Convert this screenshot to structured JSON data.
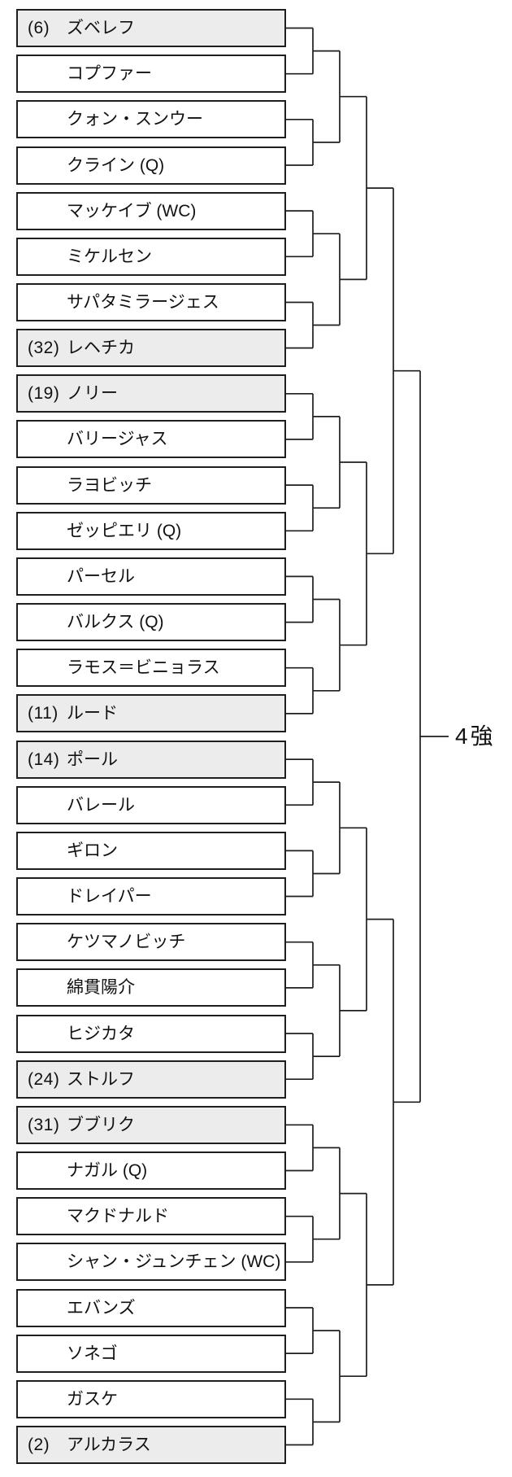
{
  "final_label": "4強",
  "colors": {
    "line": "#1f1f1f",
    "box_border": "#1f1f1f",
    "seeded_bg": "#ececec",
    "box_bg": "#ffffff",
    "text": "#111111",
    "background": "#ffffff"
  },
  "players": [
    {
      "seed": "(6)",
      "name": "ズベレフ",
      "seeded": true
    },
    {
      "seed": "",
      "name": "コプファー",
      "seeded": false
    },
    {
      "seed": "",
      "name": "クォン・スンウー",
      "seeded": false
    },
    {
      "seed": "",
      "name": "クライン (Q)",
      "seeded": false
    },
    {
      "seed": "",
      "name": "マッケイブ (WC)",
      "seeded": false
    },
    {
      "seed": "",
      "name": "ミケルセン",
      "seeded": false
    },
    {
      "seed": "",
      "name": "サパタミラージェス",
      "seeded": false
    },
    {
      "seed": "(32)",
      "name": "レヘチカ",
      "seeded": true
    },
    {
      "seed": "(19)",
      "name": "ノリー",
      "seeded": true
    },
    {
      "seed": "",
      "name": "バリージャス",
      "seeded": false
    },
    {
      "seed": "",
      "name": "ラヨビッチ",
      "seeded": false
    },
    {
      "seed": "",
      "name": "ゼッピエリ (Q)",
      "seeded": false
    },
    {
      "seed": "",
      "name": "パーセル",
      "seeded": false
    },
    {
      "seed": "",
      "name": "バルクス (Q)",
      "seeded": false
    },
    {
      "seed": "",
      "name": "ラモス＝ビニョラス",
      "seeded": false
    },
    {
      "seed": "(11)",
      "name": "ルード",
      "seeded": true
    },
    {
      "seed": "(14)",
      "name": "ポール",
      "seeded": true
    },
    {
      "seed": "",
      "name": "バレール",
      "seeded": false
    },
    {
      "seed": "",
      "name": "ギロン",
      "seeded": false
    },
    {
      "seed": "",
      "name": "ドレイパー",
      "seeded": false
    },
    {
      "seed": "",
      "name": "ケツマノビッチ",
      "seeded": false
    },
    {
      "seed": "",
      "name": "綿貫陽介",
      "seeded": false
    },
    {
      "seed": "",
      "name": "ヒジカタ",
      "seeded": false
    },
    {
      "seed": "(24)",
      "name": "ストルフ",
      "seeded": true
    },
    {
      "seed": "(31)",
      "name": "ブブリク",
      "seeded": true
    },
    {
      "seed": "",
      "name": "ナガル (Q)",
      "seeded": false
    },
    {
      "seed": "",
      "name": "マクドナルド",
      "seeded": false
    },
    {
      "seed": "",
      "name": "シャン・ジュンチェン (WC)",
      "seeded": false
    },
    {
      "seed": "",
      "name": "エバンズ",
      "seeded": false
    },
    {
      "seed": "",
      "name": "ソネゴ",
      "seeded": false
    },
    {
      "seed": "",
      "name": "ガスケ",
      "seeded": false
    },
    {
      "seed": "(2)",
      "name": "アルカラス",
      "seeded": true
    }
  ]
}
